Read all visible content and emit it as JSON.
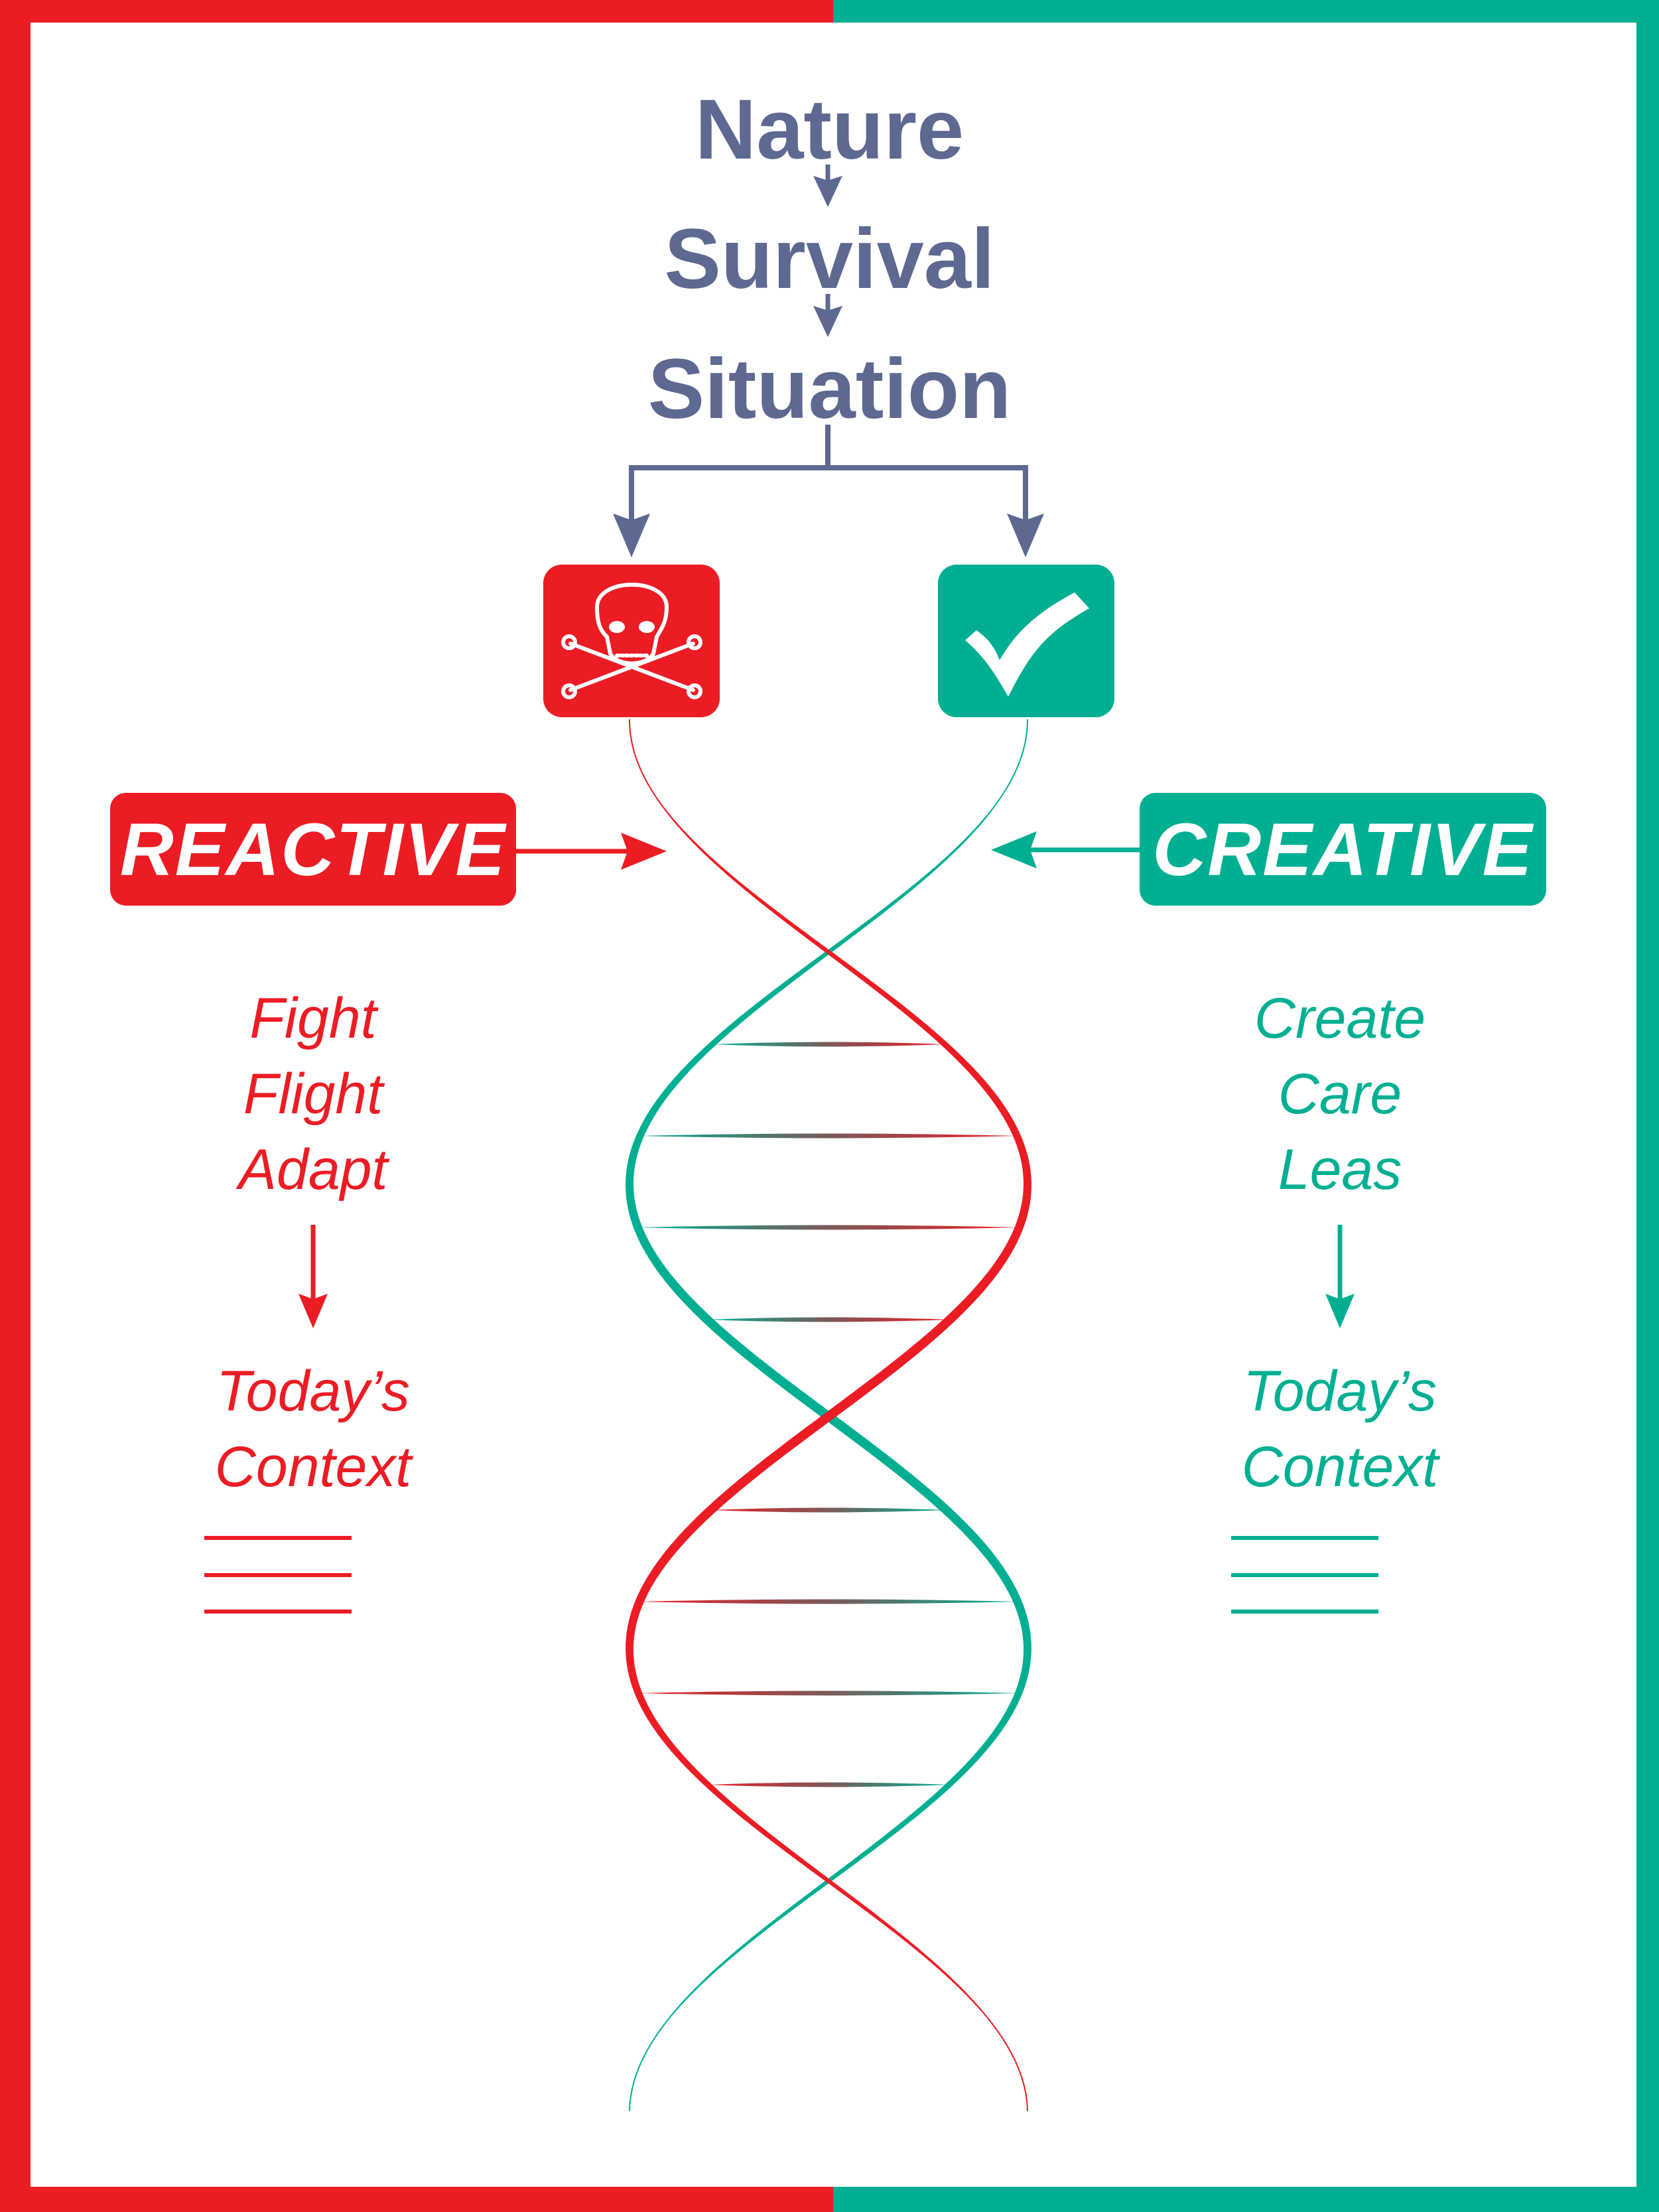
{
  "colors": {
    "red": "#ec1c24",
    "teal": "#00af92",
    "slate": "#5d6991"
  },
  "flow": [
    "Nature",
    "Survival",
    "Situation"
  ],
  "left": {
    "icon": "skull-crossbones-icon",
    "label": "REACTIVE",
    "items": [
      "Fight",
      "Flight",
      "Adapt"
    ],
    "context": [
      "Today’s",
      "Context"
    ]
  },
  "right": {
    "icon": "checkmark-icon",
    "label": "CREATIVE",
    "items": [
      "Create",
      "Care",
      "Leas"
    ],
    "context": [
      "Today’s",
      "Context"
    ]
  }
}
